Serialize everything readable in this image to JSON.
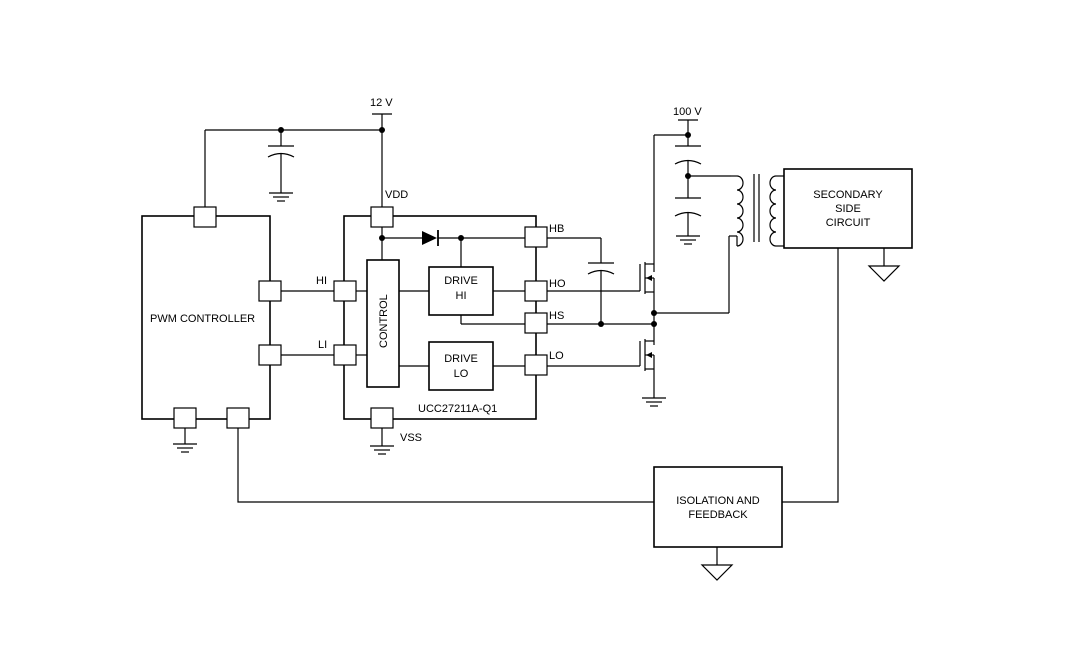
{
  "supplies": {
    "vdd_rail": "12 V",
    "hv_rail": "100 V"
  },
  "blocks": {
    "pwm_controller": "PWM CONTROLLER",
    "driver_ic": "UCC27211A-Q1",
    "control": "CONTROL",
    "drive_hi": [
      "DRIVE",
      "HI"
    ],
    "drive_lo": [
      "DRIVE",
      "LO"
    ],
    "secondary": [
      "SECONDARY",
      "SIDE",
      "CIRCUIT"
    ],
    "isolation": [
      "ISOLATION AND",
      "FEEDBACK"
    ]
  },
  "pins": {
    "vdd": "VDD",
    "vss": "VSS",
    "hb": "HB",
    "ho": "HO",
    "hs": "HS",
    "lo": "LO",
    "hi": "HI",
    "li": "LI"
  }
}
